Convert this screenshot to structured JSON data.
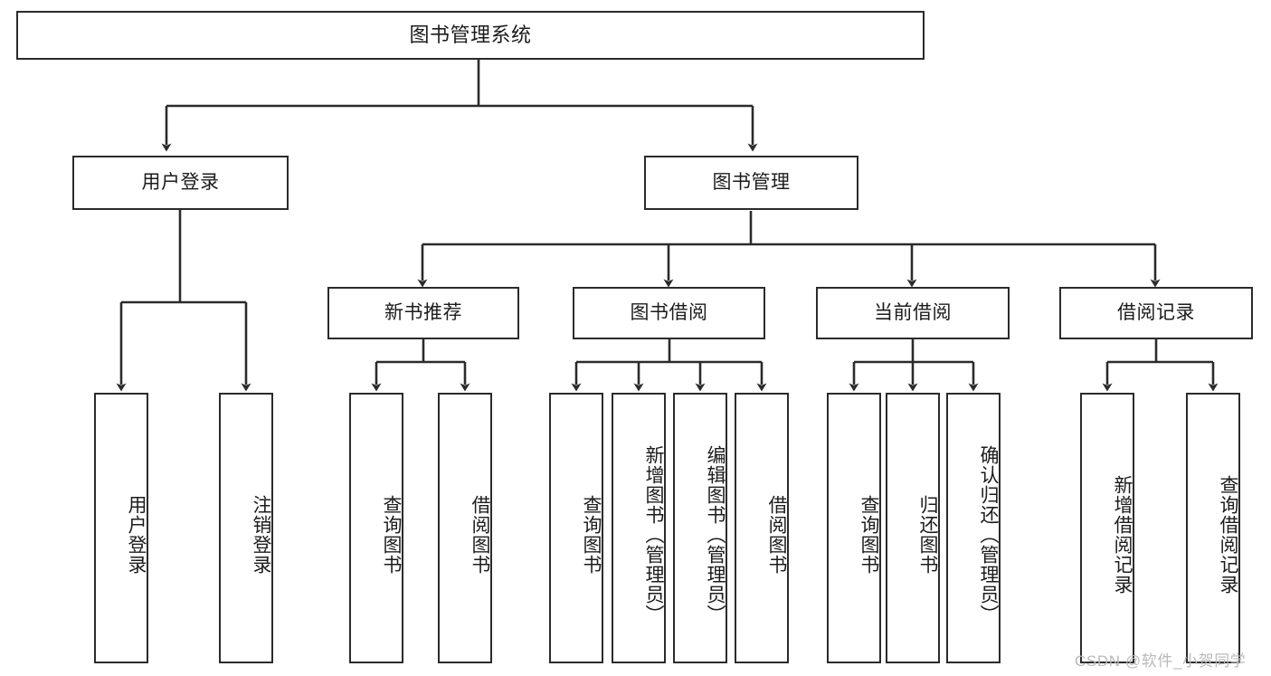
{
  "diagram": {
    "title": "图书管理系统",
    "type": "tree-hierarchy-diagram",
    "watermark": "CSDN @软件_小贺同学",
    "colors": {
      "stroke": "#2b2b2b",
      "fill": "#ffffff",
      "text": "#1c1c1c",
      "watermark": "#b9b9b9"
    },
    "nodes": {
      "root": {
        "label": "图书管理系统"
      },
      "level2": [
        {
          "id": "user-login",
          "label": "用户登录"
        },
        {
          "id": "book-manage",
          "label": "图书管理"
        }
      ],
      "level3": [
        {
          "id": "new-book-rec",
          "label": "新书推荐"
        },
        {
          "id": "book-borrow",
          "label": "图书借阅"
        },
        {
          "id": "current-borrow",
          "label": "当前借阅"
        },
        {
          "id": "borrow-record",
          "label": "借阅记录"
        }
      ],
      "leaves": {
        "user-login": [
          {
            "id": "leaf-user-login",
            "label": "用户登录"
          },
          {
            "id": "leaf-logout",
            "label": "注销登录"
          }
        ],
        "new-book-rec": [
          {
            "id": "leaf-query-book-1",
            "label": "查询图书"
          },
          {
            "id": "leaf-borrow-book-1",
            "label": "借阅图书"
          }
        ],
        "book-borrow": [
          {
            "id": "leaf-query-book-2",
            "label": "查询图书"
          },
          {
            "id": "leaf-add-book",
            "label": "新增图书（管理员）"
          },
          {
            "id": "leaf-edit-book",
            "label": "编辑图书（管理员）"
          },
          {
            "id": "leaf-borrow-book-2",
            "label": "借阅图书"
          }
        ],
        "current-borrow": [
          {
            "id": "leaf-query-book-3",
            "label": "查询图书"
          },
          {
            "id": "leaf-return-book",
            "label": "归还图书"
          },
          {
            "id": "leaf-confirm-return",
            "label": "确认归还（管理员）"
          }
        ],
        "borrow-record": [
          {
            "id": "leaf-add-record",
            "label": "新增借阅记录"
          },
          {
            "id": "leaf-query-record",
            "label": "查询借阅记录"
          }
        ]
      }
    }
  }
}
